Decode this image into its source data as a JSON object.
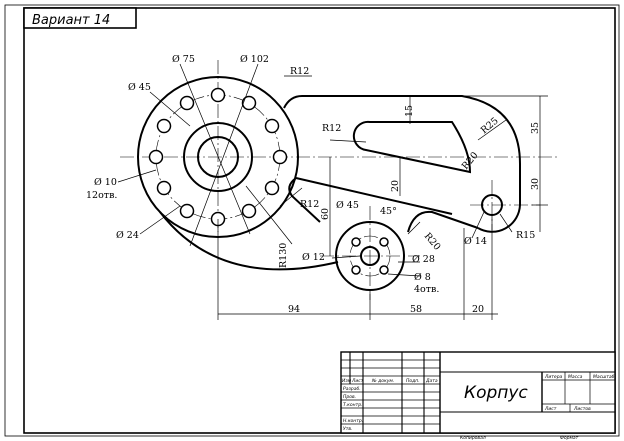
{
  "variant_label": "Вариант 14",
  "part_name": "Корпус",
  "dims": {
    "d75": "Ø 75",
    "d102": "Ø 102",
    "d45_top": "Ø 45",
    "r12_top": "R12",
    "r12_slot": "R12",
    "r12_mid": "R12",
    "v15": "15",
    "r25": "R25",
    "v35": "35",
    "r20_slot": "R20",
    "v30": "30",
    "d10": "Ø 10",
    "holes12": "12отв.",
    "d24": "Ø 24",
    "v60": "60",
    "v20": "20",
    "d45_small": "Ø 45",
    "angle45": "45°",
    "r20_small": "R20",
    "d14": "Ø 14",
    "r15": "R15",
    "r130": "R130",
    "d12": "Ø 12",
    "d28": "Ø 28",
    "d8": "Ø 8",
    "holes4": "4отв.",
    "h94": "94",
    "h58": "58",
    "h20": "20"
  },
  "title_block": {
    "col_izm": "Изм",
    "col_list": "Лист",
    "col_doc": "№ докум.",
    "col_sign": "Подп.",
    "col_date": "Дата",
    "razrab": "Разраб.",
    "prov": "Пров.",
    "tkontr": "Т.контр.",
    "nkontr": "Н.контр.",
    "utv": "Утв.",
    "litera": "Литера",
    "massa": "Масса",
    "masshtab": "Масштаб",
    "sheet": "Лист",
    "sheets": "Листов",
    "copied": "Копировал",
    "format": "Формат"
  }
}
